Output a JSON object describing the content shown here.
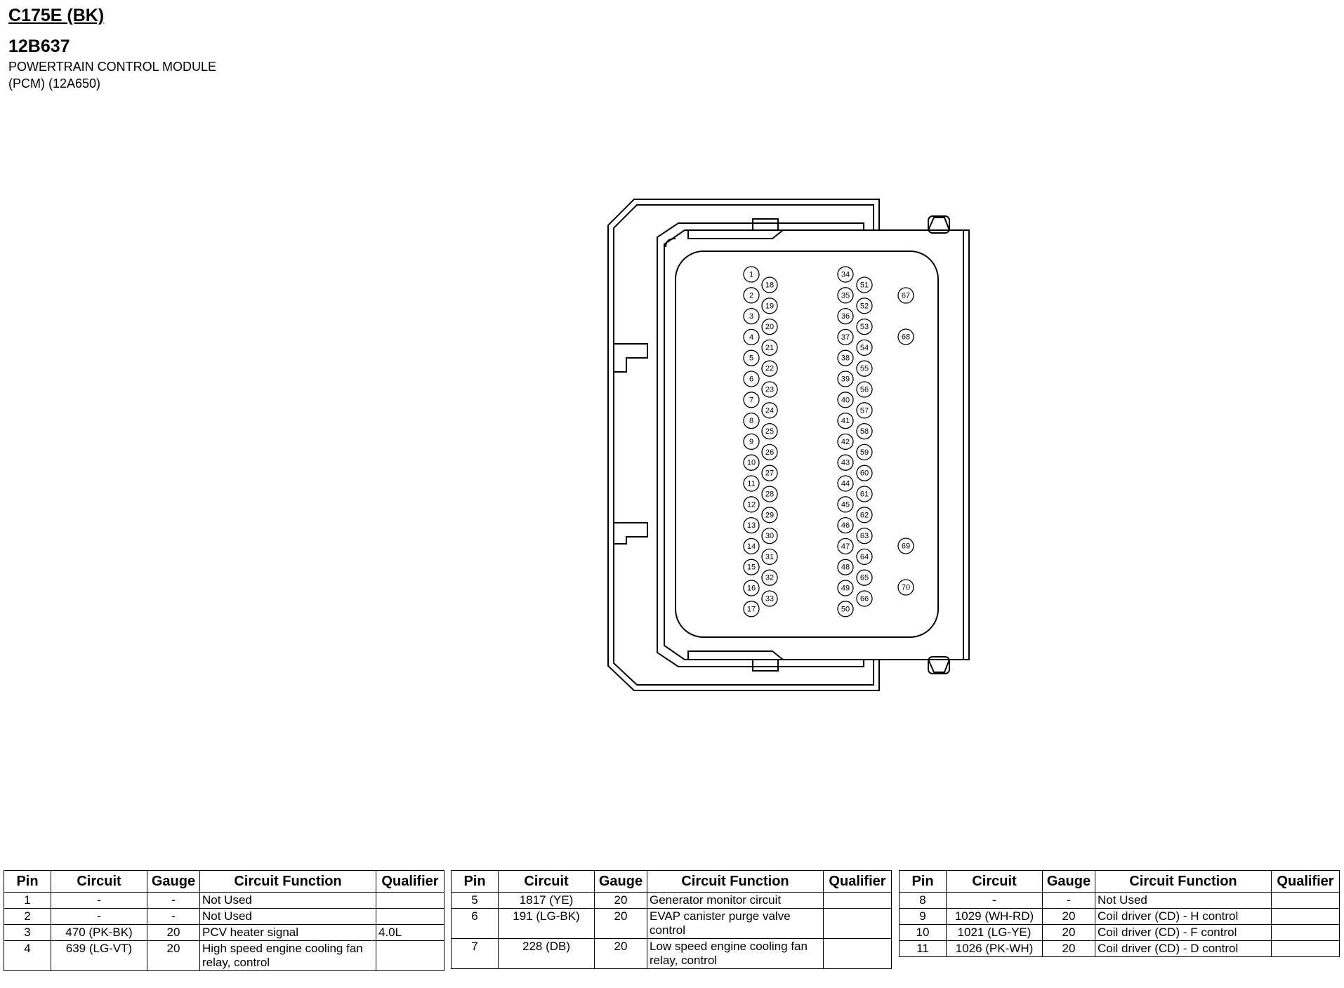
{
  "header": {
    "connector_id": "C175E (BK)",
    "part_number": "12B637",
    "module_line1": "POWERTRAIN CONTROL MODULE",
    "module_line2": "(PCM) (12A650)"
  },
  "connector": {
    "pins": [
      "1",
      "2",
      "3",
      "4",
      "5",
      "6",
      "7",
      "8",
      "9",
      "10",
      "11",
      "12",
      "13",
      "14",
      "15",
      "16",
      "17",
      "18",
      "19",
      "20",
      "21",
      "22",
      "23",
      "24",
      "25",
      "26",
      "27",
      "28",
      "29",
      "30",
      "31",
      "32",
      "33",
      "34",
      "35",
      "36",
      "37",
      "38",
      "39",
      "40",
      "41",
      "42",
      "43",
      "44",
      "45",
      "46",
      "47",
      "48",
      "49",
      "50",
      "51",
      "52",
      "53",
      "54",
      "55",
      "56",
      "57",
      "58",
      "59",
      "60",
      "61",
      "62",
      "63",
      "64",
      "65",
      "66",
      "67",
      "68",
      "69",
      "70"
    ]
  },
  "columns": [
    "Pin",
    "Circuit",
    "Gauge",
    "Circuit Function",
    "Qualifier"
  ],
  "tables": [
    {
      "rows": [
        {
          "pin": "1",
          "circuit": "-",
          "gauge": "-",
          "function": "Not Used",
          "qualifier": ""
        },
        {
          "pin": "2",
          "circuit": "-",
          "gauge": "-",
          "function": "Not Used",
          "qualifier": ""
        },
        {
          "pin": "3",
          "circuit": "470 (PK-BK)",
          "gauge": "20",
          "function": "PCV heater signal",
          "qualifier": "4.0L"
        },
        {
          "pin": "4",
          "circuit": "639 (LG-VT)",
          "gauge": "20",
          "function": "High speed engine cooling fan relay, control",
          "qualifier": ""
        }
      ]
    },
    {
      "rows": [
        {
          "pin": "5",
          "circuit": "1817 (YE)",
          "gauge": "20",
          "function": "Generator monitor circuit",
          "qualifier": ""
        },
        {
          "pin": "6",
          "circuit": "191 (LG-BK)",
          "gauge": "20",
          "function": "EVAP canister purge valve control",
          "qualifier": ""
        },
        {
          "pin": "7",
          "circuit": "228 (DB)",
          "gauge": "20",
          "function": "Low speed engine cooling fan relay, control",
          "qualifier": ""
        }
      ]
    },
    {
      "rows": [
        {
          "pin": "8",
          "circuit": "-",
          "gauge": "-",
          "function": "Not Used",
          "qualifier": ""
        },
        {
          "pin": "9",
          "circuit": "1029 (WH-RD)",
          "gauge": "20",
          "function": "Coil driver (CD) - H control",
          "qualifier": ""
        },
        {
          "pin": "10",
          "circuit": "1021 (LG-YE)",
          "gauge": "20",
          "function": "Coil driver (CD) - F control",
          "qualifier": ""
        },
        {
          "pin": "11",
          "circuit": "1026 (PK-WH)",
          "gauge": "20",
          "function": "Coil driver (CD) - D control",
          "qualifier": ""
        }
      ]
    }
  ]
}
